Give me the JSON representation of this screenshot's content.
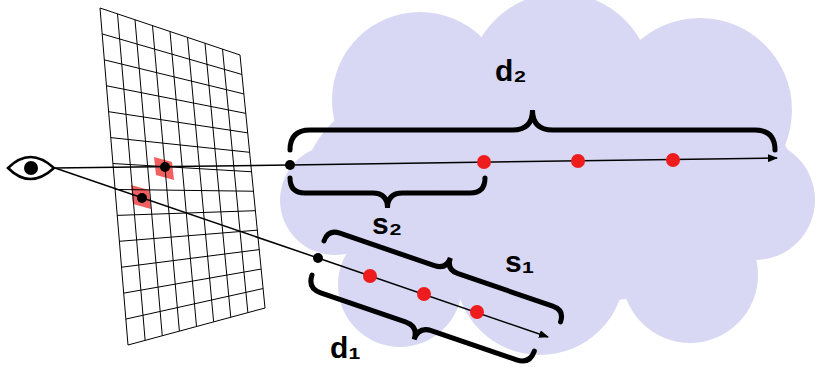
{
  "diagram": {
    "labels": [
      "d₂",
      "s₂",
      "s₁",
      "d₁"
    ]
  }
}
